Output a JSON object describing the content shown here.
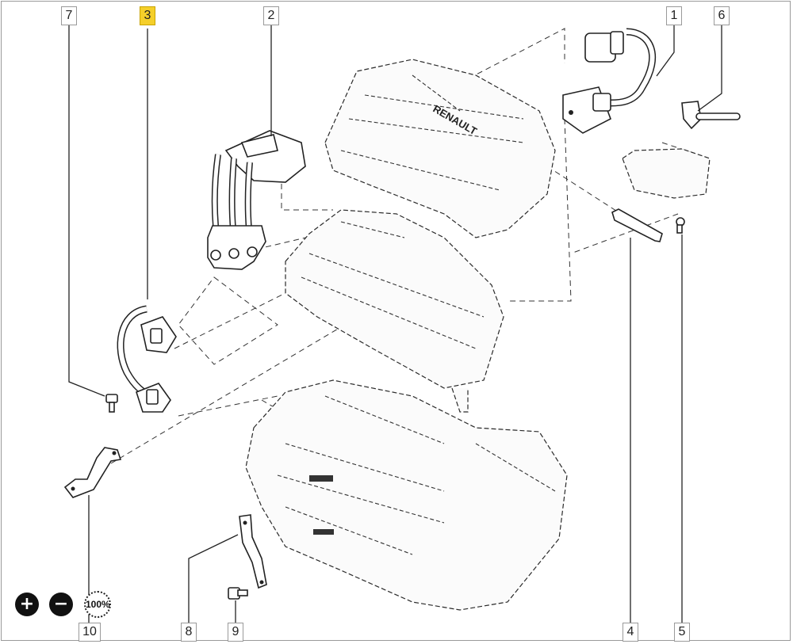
{
  "diagram": {
    "brand_label": "RENAULT",
    "accent_color": "#f5cf2a",
    "selected_callout": "3",
    "callouts": [
      {
        "id": "1",
        "label": "1"
      },
      {
        "id": "2",
        "label": "2"
      },
      {
        "id": "3",
        "label": "3"
      },
      {
        "id": "4",
        "label": "4"
      },
      {
        "id": "5",
        "label": "5"
      },
      {
        "id": "6",
        "label": "6"
      },
      {
        "id": "7",
        "label": "7"
      },
      {
        "id": "8",
        "label": "8"
      },
      {
        "id": "9",
        "label": "9"
      },
      {
        "id": "10",
        "label": "10"
      }
    ]
  },
  "zoom_controls": {
    "zoom_in_icon": "plus-circle-icon",
    "zoom_out_icon": "minus-circle-icon",
    "zoom_level": "100%"
  }
}
